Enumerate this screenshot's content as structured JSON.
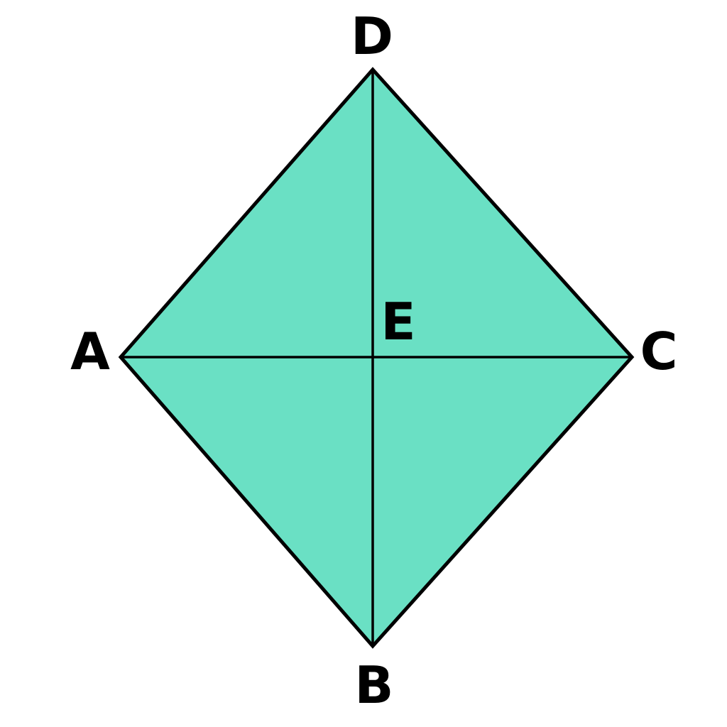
{
  "diagram": {
    "type": "rhombus-with-diagonals",
    "fill_color": "#6ae0c4",
    "stroke_color": "#000000",
    "labels": {
      "A": "A",
      "B": "B",
      "C": "C",
      "D": "D",
      "E": "E"
    }
  }
}
